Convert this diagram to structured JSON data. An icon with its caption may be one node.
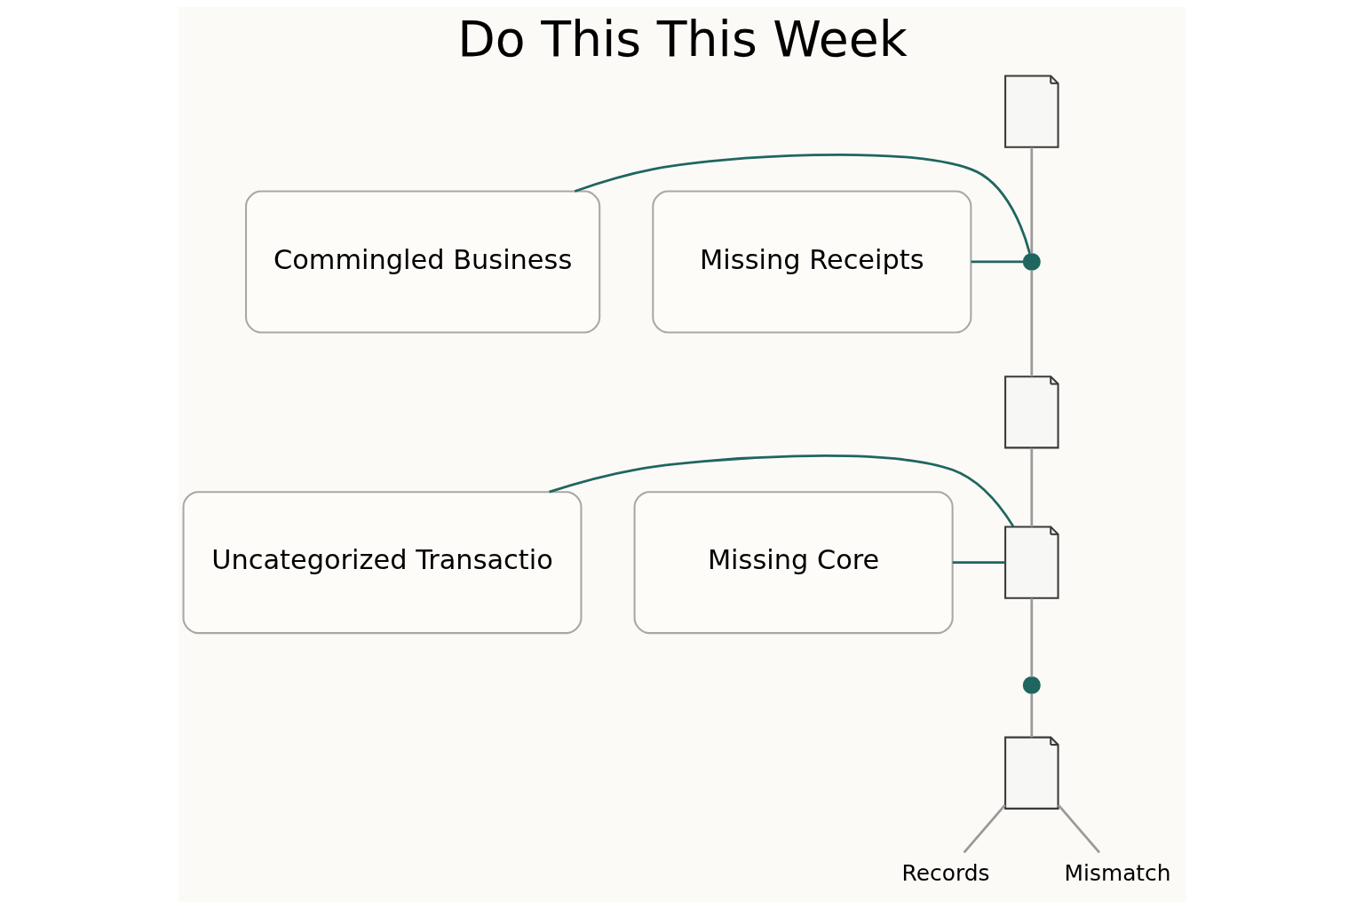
{
  "diagram": {
    "title": "Do This This Week",
    "nodes": [
      {
        "text": [
          "Commingled Business"
        ]
      },
      {
        "text": [
          "Missing Receipts"
        ]
      },
      {
        "text": [
          "Uncategorized Transactio"
        ]
      },
      {
        "text": [
          "Missing Core"
        ]
      },
      {
        "text": [],
        "shape": "document"
      },
      {
        "text": [],
        "shape": "circle"
      },
      {
        "text": [],
        "shape": "document"
      },
      {
        "text": [],
        "shape": "document"
      },
      {
        "text": [],
        "shape": "circle"
      },
      {
        "text": [],
        "shape": "document"
      },
      {
        "text": [
          "Records"
        ]
      },
      {
        "text": [
          "Mismatch"
        ]
      }
    ],
    "edges": [
      {
        "from": 0,
        "to": 5,
        "arrow": "none",
        "color": "#1f6660"
      },
      {
        "from": 1,
        "to": 5,
        "arrow": "none",
        "color": "#1f6660"
      },
      {
        "from": 4,
        "to": 5,
        "arrow": "none"
      },
      {
        "from": 5,
        "to": 6,
        "arrow": "none"
      },
      {
        "from": 6,
        "to": 7,
        "arrow": "none"
      },
      {
        "from": 2,
        "to": 7,
        "arrow": "none",
        "color": "#1f6660"
      },
      {
        "from": 3,
        "to": 7,
        "arrow": "none",
        "color": "#1f6660"
      },
      {
        "from": 7,
        "to": 8,
        "arrow": "none"
      },
      {
        "from": 8,
        "to": 9,
        "arrow": "none"
      },
      {
        "from": 9,
        "to": 10,
        "arrow": "none"
      },
      {
        "from": 9,
        "to": 11,
        "arrow": "none"
      }
    ]
  }
}
